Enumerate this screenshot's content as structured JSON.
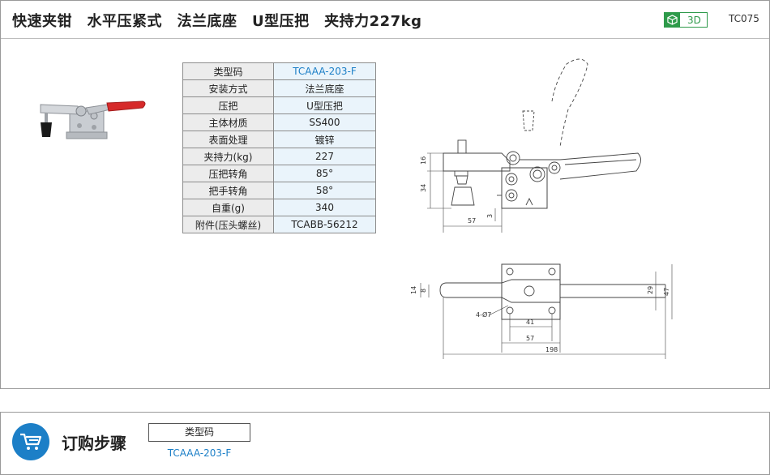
{
  "header": {
    "title": "快速夹钳　水平压紧式　法兰底座　U型压把　夹持力227kg",
    "badge_3d": "3D",
    "product_code": "TC075"
  },
  "spec_table": [
    {
      "key": "类型码",
      "value": "TCAAA-203-F"
    },
    {
      "key": "安装方式",
      "value": "法兰底座"
    },
    {
      "key": "压把",
      "value": "U型压把"
    },
    {
      "key": "主体材质",
      "value": "SS400"
    },
    {
      "key": "表面处理",
      "value": "镀锌"
    },
    {
      "key": "夹持力(kg)",
      "value": "227"
    },
    {
      "key": "压把转角",
      "value": "85°"
    },
    {
      "key": "把手转角",
      "value": "58°"
    },
    {
      "key": "自重(g)",
      "value": "340"
    },
    {
      "key": "附件(压头螺丝)",
      "value": "TCABB-56212"
    }
  ],
  "drawing_dims": {
    "d16": "16",
    "d34": "34",
    "d57_side": "57",
    "d3": "3",
    "d14": "14",
    "d8": "8",
    "d29": "29",
    "d47": "47",
    "hole": "4-Ø7",
    "d41": "41",
    "d57_top": "57",
    "d198": "198"
  },
  "order": {
    "title": "订购步骤",
    "type_label": "类型码",
    "type_value": "TCAAA-203-F"
  },
  "colors": {
    "accent_blue": "#1c7fc7",
    "badge_green": "#2e9a4a",
    "handle_red": "#d62a2a"
  }
}
